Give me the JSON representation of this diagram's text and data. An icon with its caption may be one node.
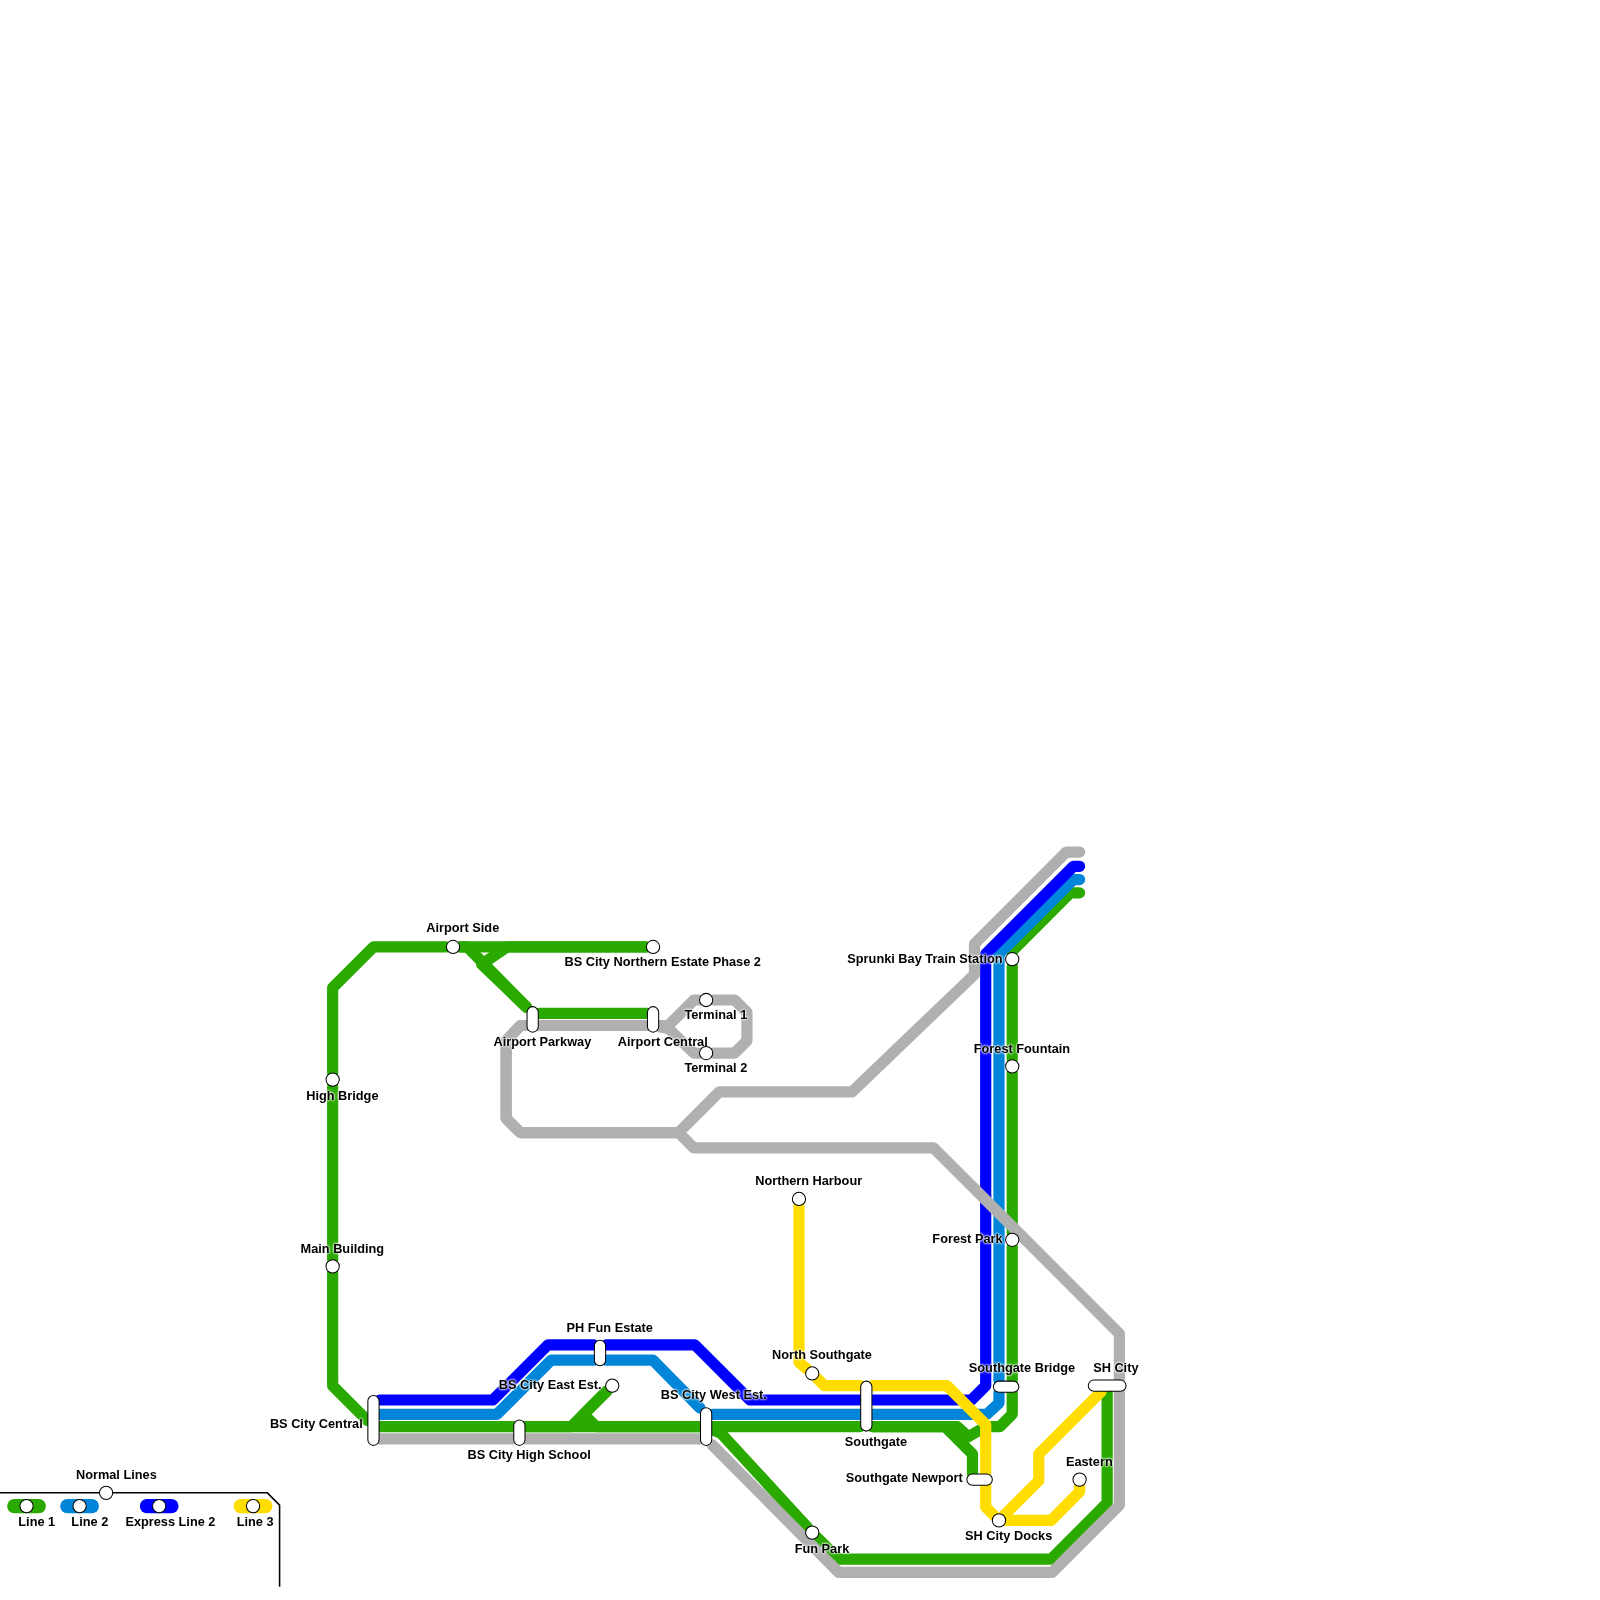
{
  "diagram": {
    "nodes": [
      {
        "text": [
          "Airport Side"
        ]
      },
      {
        "text": [
          "BS City Northern Estate Phase 2"
        ]
      },
      {
        "text": [
          "High Bridge"
        ]
      },
      {
        "text": [
          "Main Building"
        ]
      },
      {
        "text": [
          "Airport Parkway"
        ]
      },
      {
        "text": [
          "Airport Central"
        ]
      },
      {
        "text": [
          "Terminal 1"
        ]
      },
      {
        "text": [
          "Terminal 2"
        ]
      },
      {
        "text": [
          "Sprunki Bay Train Station"
        ]
      },
      {
        "text": [
          "Forest Fountain"
        ]
      },
      {
        "text": [
          "Forest Park"
        ]
      },
      {
        "text": [
          "Northern Harbour"
        ]
      },
      {
        "text": [
          "PH Fun Estate"
        ]
      },
      {
        "text": [
          "North Southgate"
        ]
      },
      {
        "text": [
          "BS City East Est."
        ]
      },
      {
        "text": [
          "Southgate Bridge"
        ]
      },
      {
        "text": [
          "SH City"
        ]
      },
      {
        "text": [
          "BS City Central"
        ]
      },
      {
        "text": [
          "BS City West Est."
        ]
      },
      {
        "text": [
          "Southgate"
        ]
      },
      {
        "text": [
          "BS City High School"
        ]
      },
      {
        "text": [
          "Southgate Newport"
        ]
      },
      {
        "text": [
          "Eastern"
        ]
      },
      {
        "text": [
          "SH City Docks"
        ]
      },
      {
        "text": [
          "Fun Park"
        ]
      }
    ],
    "edges": [
      {
        "from": 1,
        "to": 0,
        "arrow": "none",
        "color": "#2aaa00"
      },
      {
        "from": 0,
        "to": 2,
        "arrow": "none",
        "color": "#2aaa00"
      },
      {
        "from": 2,
        "to": 3,
        "arrow": "none",
        "color": "#2aaa00"
      },
      {
        "from": 3,
        "to": 17,
        "arrow": "none",
        "color": "#2aaa00"
      },
      {
        "from": 0,
        "to": 4,
        "arrow": "none",
        "color": "#2aaa00"
      },
      {
        "from": 1,
        "to": 4,
        "arrow": "none",
        "color": "#2aaa00"
      },
      {
        "from": 4,
        "to": 5,
        "arrow": "none",
        "color": "#2aaa00"
      },
      {
        "from": 17,
        "to": 20,
        "arrow": "none",
        "color": "#2aaa00"
      },
      {
        "from": 20,
        "to": 18,
        "arrow": "none",
        "color": "#2aaa00"
      },
      {
        "from": 14,
        "to": 20,
        "arrow": "none",
        "color": "#2aaa00"
      },
      {
        "from": 14,
        "to": 18,
        "arrow": "none",
        "color": "#2aaa00"
      },
      {
        "from": 18,
        "to": 19,
        "arrow": "none",
        "color": "#2aaa00"
      },
      {
        "from": 19,
        "to": 21,
        "arrow": "none",
        "color": "#2aaa00"
      },
      {
        "from": 19,
        "to": 15,
        "arrow": "none",
        "color": "#2aaa00"
      },
      {
        "from": 15,
        "to": 10,
        "arrow": "none",
        "color": "#2aaa00"
      },
      {
        "from": 10,
        "to": 9,
        "arrow": "none",
        "color": "#2aaa00"
      },
      {
        "from": 9,
        "to": 8,
        "arrow": "none",
        "color": "#2aaa00"
      },
      {
        "from": 8,
        "to": null,
        "arrow": "none",
        "color": "#2aaa00"
      },
      {
        "from": 18,
        "to": 24,
        "arrow": "none",
        "color": "#2aaa00"
      },
      {
        "from": 24,
        "to": 16,
        "arrow": "none",
        "color": "#2aaa00"
      },
      {
        "from": null,
        "to": 15,
        "arrow": "none",
        "color": "#0085d8"
      },
      {
        "from": 15,
        "to": 19,
        "arrow": "none",
        "color": "#0085d8"
      },
      {
        "from": 19,
        "to": 18,
        "arrow": "none",
        "color": "#0085d8"
      },
      {
        "from": 18,
        "to": 12,
        "arrow": "none",
        "color": "#0085d8"
      },
      {
        "from": 12,
        "to": 17,
        "arrow": "none",
        "color": "#0085d8"
      },
      {
        "from": null,
        "to": 19,
        "arrow": "none",
        "color": "#0000ff"
      },
      {
        "from": 19,
        "to": 12,
        "arrow": "none",
        "color": "#0000ff"
      },
      {
        "from": 12,
        "to": 17,
        "arrow": "none",
        "color": "#0000ff"
      },
      {
        "from": 11,
        "to": 13,
        "arrow": "none",
        "color": "#ffdd00"
      },
      {
        "from": 13,
        "to": 19,
        "arrow": "none",
        "color": "#ffdd00"
      },
      {
        "from": 19,
        "to": 21,
        "arrow": "none",
        "color": "#ffdd00"
      },
      {
        "from": 21,
        "to": 23,
        "arrow": "none",
        "color": "#ffdd00"
      },
      {
        "from": 23,
        "to": 16,
        "arrow": "none",
        "color": "#ffdd00"
      },
      {
        "from": 23,
        "to": 22,
        "arrow": "none",
        "color": "#ffdd00"
      },
      {
        "from": null,
        "to": 4,
        "arrow": "none",
        "color": "#b0b0b0"
      },
      {
        "from": 4,
        "to": 5,
        "arrow": "none",
        "color": "#b0b0b0"
      },
      {
        "from": 5,
        "to": 6,
        "arrow": "none",
        "color": "#b0b0b0"
      },
      {
        "from": 6,
        "to": 7,
        "arrow": "none",
        "color": "#b0b0b0"
      },
      {
        "from": 7,
        "to": 5,
        "arrow": "none",
        "color": "#b0b0b0"
      },
      {
        "from": 4,
        "to": 16,
        "arrow": "none",
        "color": "#b0b0b0"
      },
      {
        "from": 16,
        "to": 18,
        "arrow": "none",
        "color": "#b0b0b0"
      },
      {
        "from": 18,
        "to": 20,
        "arrow": "none",
        "color": "#b0b0b0"
      },
      {
        "from": 20,
        "to": 17,
        "arrow": "none",
        "color": "#b0b0b0"
      }
    ],
    "legend": [
      {
        "text": "Normal Lines"
      },
      {
        "text": "Line 1",
        "color": "#2aaa00"
      },
      {
        "text": "Line 2",
        "color": "#0085d8"
      },
      {
        "text": "Express Line 2",
        "color": "#0000ff"
      },
      {
        "text": "Line 3",
        "color": "#ffdd00"
      }
    ]
  }
}
